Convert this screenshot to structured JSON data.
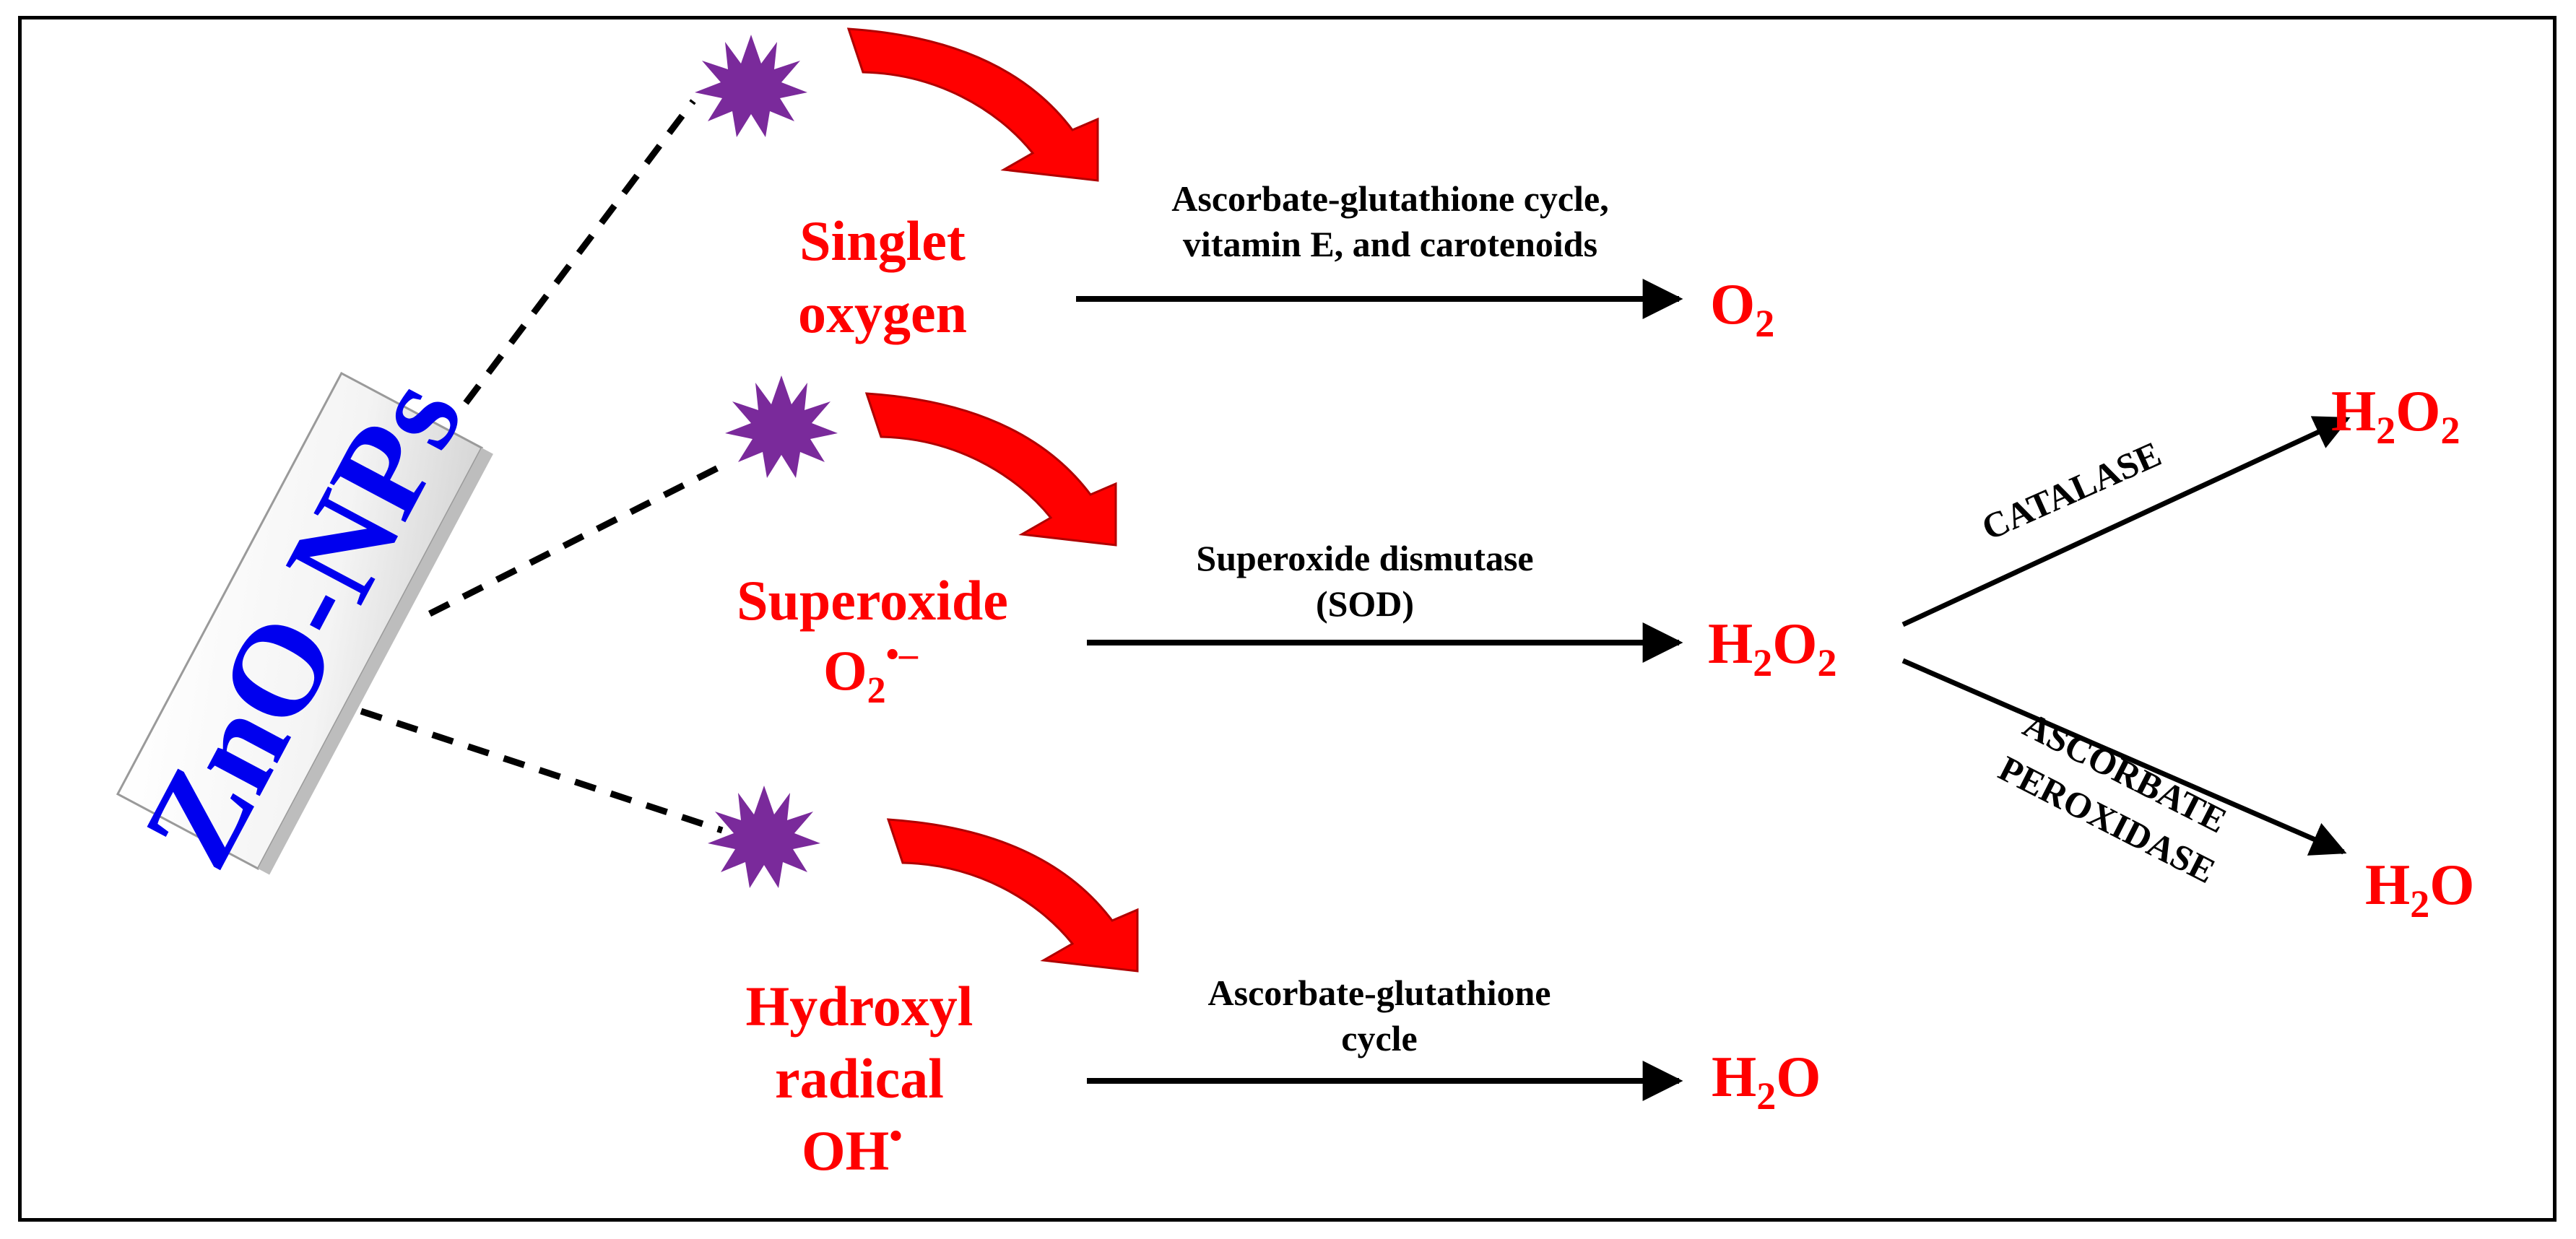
{
  "source": {
    "label": "ZnO-NPs",
    "color": "#0000ee"
  },
  "colors": {
    "species": "#ff0000",
    "star": "#7a2a9b",
    "curved_arrow": "#ff0000",
    "text": "#000000"
  },
  "icons": {
    "burst": "purple-burst-icon",
    "curved_arrow": "red-curved-arrow-icon"
  },
  "branches": [
    {
      "species_lines": [
        "Singlet",
        "oxygen"
      ],
      "enzyme_lines": [
        "Ascorbate-glutathione cycle,",
        "vitamin E, and carotenoids"
      ],
      "product": {
        "base": "O",
        "sub": "2",
        "tail": ""
      }
    },
    {
      "species_lines": [
        "Superoxide"
      ],
      "species_formula": {
        "base": "O",
        "sub": "2",
        "sup": "•–"
      },
      "enzyme_lines": [
        "Superoxide dismutase",
        "(SOD)"
      ],
      "product": {
        "a": "H",
        "sub1": "2",
        "b": "O",
        "sub2": "2"
      }
    },
    {
      "species_lines": [
        "Hydroxyl",
        "radical"
      ],
      "species_formula": {
        "base": "OH",
        "sup": "•"
      },
      "enzyme_lines": [
        "Ascorbate-glutathione",
        "cycle"
      ],
      "product": {
        "a": "H",
        "sub1": "2",
        "b": "O"
      }
    }
  ],
  "secondary": {
    "upper": {
      "enzyme": "CATALASE",
      "product": {
        "a": "H",
        "sub1": "2",
        "b": "O",
        "sub2": "2"
      }
    },
    "lower": {
      "enzyme_lines": [
        "ASCORBATE",
        "PEROXIDASE"
      ],
      "product": {
        "a": "H",
        "sub1": "2",
        "b": "O"
      }
    }
  }
}
